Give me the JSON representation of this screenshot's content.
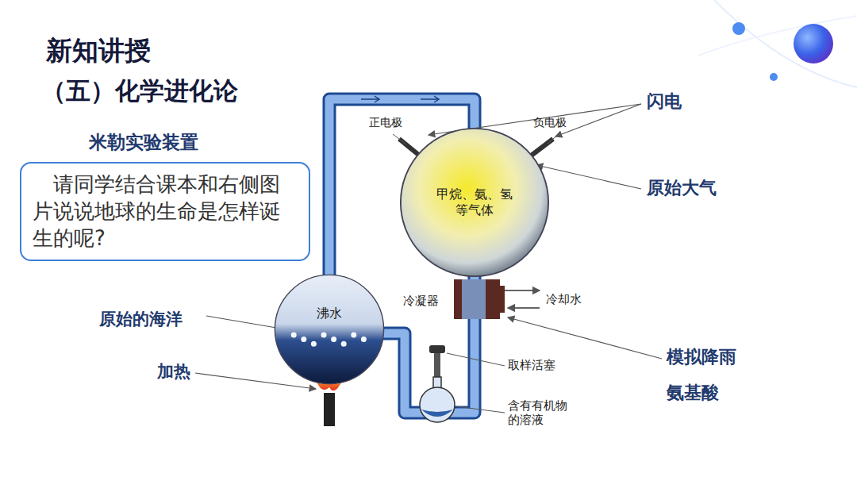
{
  "diagram": {
    "title": "新知讲授",
    "nodes": [
      {
        "text": [
          "请同学结合课本和右侧图片说说地球的生命是怎样诞生的呢?"
        ]
      },
      {
        "text": [
          "甲烷、氨、氢等气体"
        ]
      },
      {
        "text": [
          "沸水"
        ]
      }
    ],
    "edges": [
      {
        "from": 2,
        "to": 1,
        "arrow": "none"
      },
      {
        "from": 1,
        "to": 2,
        "arrow": "none"
      }
    ],
    "labels": [
      "（五）化学进化论",
      "米勒实验装置",
      "正电极",
      "负电极",
      "闪电",
      "原始大气",
      "冷凝器",
      "冷却水",
      "原始的海洋",
      "加热",
      "取样活塞",
      "含有有机物的溶液",
      "模拟降雨",
      "氨基酸"
    ]
  }
}
